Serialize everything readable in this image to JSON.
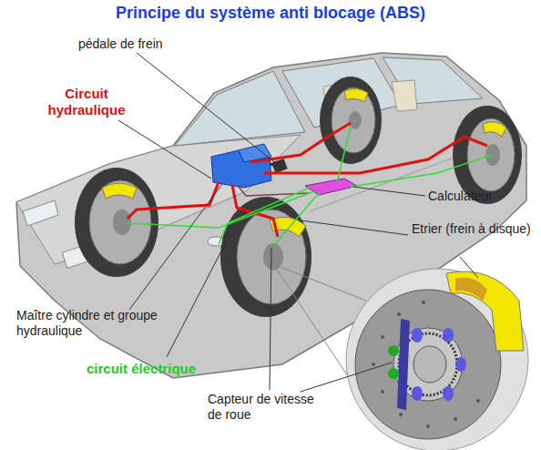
{
  "diagram": {
    "title": "Principe du système anti blocage (ABS)",
    "labels": [
      "pédale de frein",
      "Circuit hydraulique",
      "Calculateur",
      "Etrier (frein à disque)",
      "Maître cylindre et groupe hydraulique",
      "circuit électrique",
      "Capteur de vitesse de roue"
    ]
  }
}
